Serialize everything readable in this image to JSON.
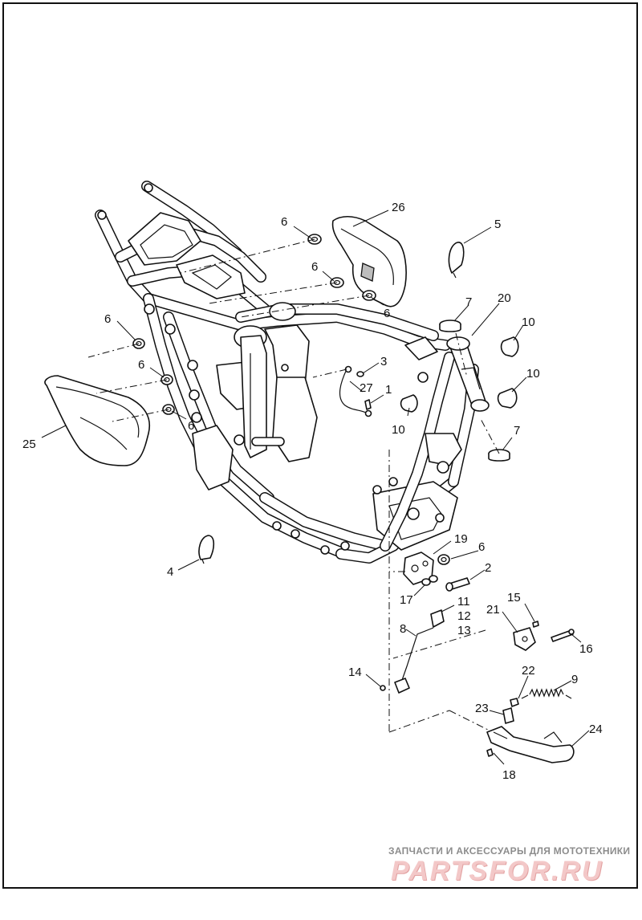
{
  "callouts": [
    {
      "id": "c26",
      "label": "26"
    },
    {
      "id": "c5",
      "label": "5"
    },
    {
      "id": "c6a",
      "label": "6"
    },
    {
      "id": "c6b",
      "label": "6"
    },
    {
      "id": "c6c",
      "label": "6"
    },
    {
      "id": "c6d",
      "label": "6"
    },
    {
      "id": "c6e",
      "label": "6"
    },
    {
      "id": "c6f",
      "label": "6"
    },
    {
      "id": "c6g",
      "label": "6"
    },
    {
      "id": "c7a",
      "label": "7"
    },
    {
      "id": "c20",
      "label": "20"
    },
    {
      "id": "c10a",
      "label": "10"
    },
    {
      "id": "c10b",
      "label": "10"
    },
    {
      "id": "c10c",
      "label": "10"
    },
    {
      "id": "c3",
      "label": "3"
    },
    {
      "id": "c27",
      "label": "27"
    },
    {
      "id": "c1",
      "label": "1"
    },
    {
      "id": "c7b",
      "label": "7"
    },
    {
      "id": "c25",
      "label": "25"
    },
    {
      "id": "c4",
      "label": "4"
    },
    {
      "id": "c19",
      "label": "19"
    },
    {
      "id": "c2",
      "label": "2"
    },
    {
      "id": "c17",
      "label": "17"
    },
    {
      "id": "c11",
      "label": "11"
    },
    {
      "id": "c12",
      "label": "12"
    },
    {
      "id": "c13",
      "label": "13"
    },
    {
      "id": "c8",
      "label": "8"
    },
    {
      "id": "c15",
      "label": "15"
    },
    {
      "id": "c21",
      "label": "21"
    },
    {
      "id": "c16",
      "label": "16"
    },
    {
      "id": "c14",
      "label": "14"
    },
    {
      "id": "c22",
      "label": "22"
    },
    {
      "id": "c9",
      "label": "9"
    },
    {
      "id": "c23",
      "label": "23"
    },
    {
      "id": "c24",
      "label": "24"
    },
    {
      "id": "c18",
      "label": "18"
    }
  ],
  "watermark": {
    "caption": "ЗАПЧАСТИ И АКСЕССУАРЫ ДЛЯ МОТОТЕХНИКИ",
    "logo": "PARTSFOR.RU"
  }
}
